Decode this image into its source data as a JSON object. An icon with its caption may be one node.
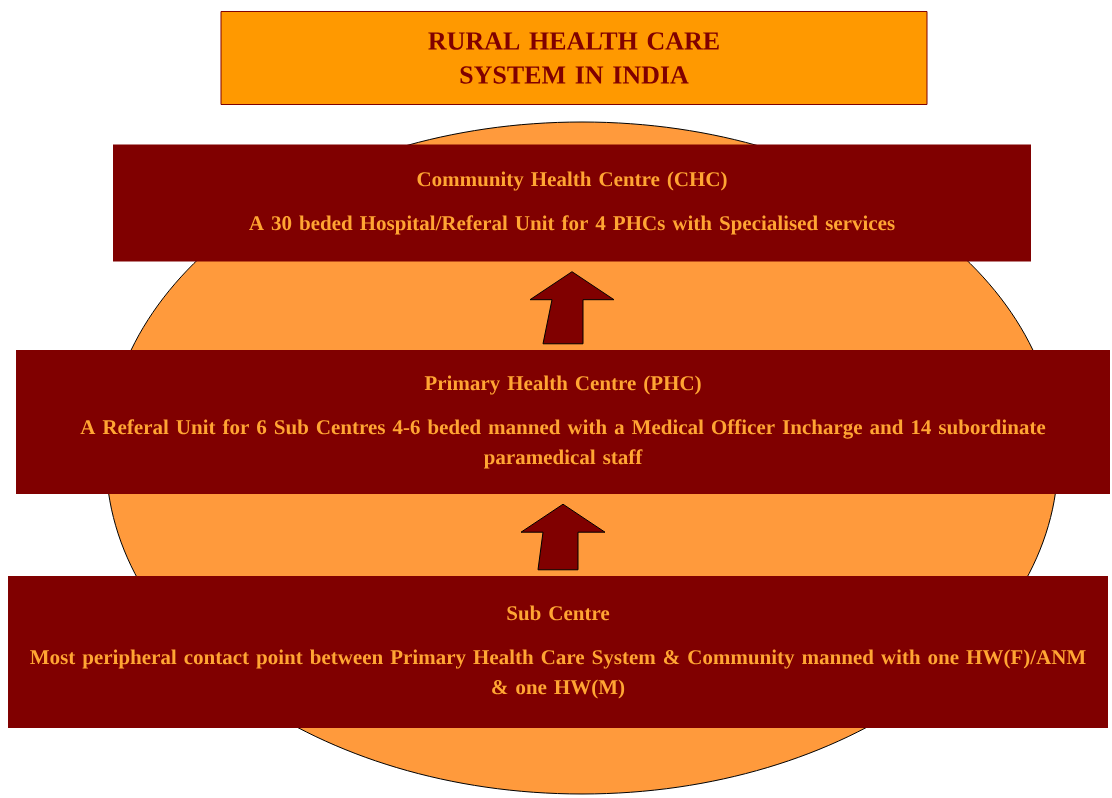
{
  "diagram": {
    "nodes": [
      {
        "text": [
          "RURAL HEALTH CARE SYSTEM IN INDIA"
        ]
      },
      {
        "text": [
          "Community Health Centre (CHC)",
          "A 30 beded Hospital/Referal Unit for 4 PHCs with Specialised services"
        ]
      },
      {
        "text": [
          "Primary Health Centre (PHC)",
          "A Referal Unit for 6 Sub Centres 4-6 beded manned with a Medical Officer Incharge and 14 subordinate paramedical staff"
        ]
      },
      {
        "text": [
          "Sub Centre",
          "Most peripheral contact point between Primary Health Care System & Community manned with one HW(F)/ANM & one HW(M)"
        ]
      }
    ],
    "edges": [
      {
        "from": 3,
        "to": 2,
        "arrow": "to"
      },
      {
        "from": 2,
        "to": 1,
        "arrow": "to"
      }
    ]
  }
}
